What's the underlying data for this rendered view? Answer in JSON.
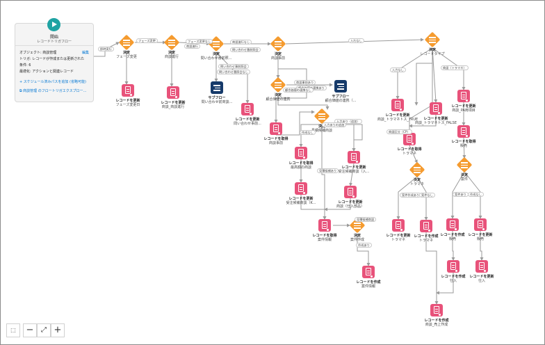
{
  "start": {
    "title": "開始",
    "subtitle": "レコードトリガフロー",
    "object_label": "オブジェクト: 商談管理",
    "edit": "編集",
    "trigger_label": "トリガ: レコードが作成または更新された",
    "condition_label": "条件: 6",
    "optimize_label": "最適化: アクションと関連レコード",
    "add_path": "スケジュール済みパスを追加 (省略可能)",
    "explorer_link": "商談管理 のフロートリガエクスプロー..."
  },
  "nodes": [
    {
      "id": "n1",
      "kind": "decision",
      "type": "決定",
      "label": "フェーズ変更"
    },
    {
      "id": "n2",
      "kind": "decision",
      "type": "決定",
      "label": "商談進行"
    },
    {
      "id": "n3",
      "kind": "decision",
      "type": "決定",
      "label": "問い合わせ番前照..."
    },
    {
      "id": "n4",
      "kind": "decision",
      "type": "決定",
      "label": "商談事前"
    },
    {
      "id": "n5",
      "kind": "decision",
      "type": "決定",
      "label": "レコードタイプ"
    },
    {
      "id": "n6",
      "kind": "update",
      "type": "レコードを更新",
      "label": "フェーズ変更日"
    },
    {
      "id": "n7",
      "kind": "update",
      "type": "レコードを更新",
      "label": "商談_商談進行"
    },
    {
      "id": "n8",
      "kind": "subflow",
      "type": "サブフロー",
      "label": "問い合わせ前商談..."
    },
    {
      "id": "n9",
      "kind": "update",
      "type": "レコードを更新",
      "label": "問い合わせ事前..."
    },
    {
      "id": "n10",
      "kind": "decision",
      "type": "決定",
      "label": "顧合価値の連携"
    },
    {
      "id": "n11",
      "kind": "subflow",
      "type": "サブフロー",
      "label": "顧合価値の連携（..."
    },
    {
      "id": "n12",
      "kind": "get",
      "type": "レコードを取得",
      "label": "商談事前"
    },
    {
      "id": "n13",
      "kind": "decision",
      "type": "決定",
      "label": "見積候補商談"
    },
    {
      "id": "n14",
      "kind": "get",
      "type": "レコードを取得",
      "label": "最高額の商談"
    },
    {
      "id": "n15",
      "kind": "update",
      "type": "レコードを更新",
      "label": "受注候補商談（K..."
    },
    {
      "id": "n16",
      "kind": "update",
      "type": "レコードを更新",
      "label": "受注候補商談（入..."
    },
    {
      "id": "n17",
      "kind": "update",
      "type": "レコードを更新",
      "label": "商談（仕入部品）"
    },
    {
      "id": "n18",
      "kind": "get",
      "type": "レコードを取得",
      "label": "案件情報"
    },
    {
      "id": "n19",
      "kind": "decision",
      "type": "決定",
      "label": "案件作成"
    },
    {
      "id": "n20",
      "kind": "create",
      "type": "レコードを作成",
      "label": "案件情報"
    },
    {
      "id": "n21",
      "kind": "update",
      "type": "レコードを更新",
      "label": "商談_トラマネトス_TRUE"
    },
    {
      "id": "n22",
      "kind": "update",
      "type": "レコードを更新",
      "label": "商談_トラマネトス_FALSE"
    },
    {
      "id": "n23",
      "kind": "get",
      "type": "レコードを取得",
      "label": "トラマネ"
    },
    {
      "id": "n24",
      "kind": "decision",
      "type": "決定",
      "label": "トラマネ"
    },
    {
      "id": "n25",
      "kind": "update",
      "type": "レコードを更新",
      "label": "トラマネ"
    },
    {
      "id": "n26",
      "kind": "create",
      "type": "レコードを作成",
      "label": "トラマネ"
    },
    {
      "id": "n27",
      "kind": "update",
      "type": "レコードを更新",
      "label": "商談_PA用項目"
    },
    {
      "id": "n28",
      "kind": "get",
      "type": "レコードを取得",
      "label": "販売"
    },
    {
      "id": "n29",
      "kind": "decision",
      "type": "決定",
      "label": "案件"
    },
    {
      "id": "n30",
      "kind": "create",
      "type": "レコードを作成",
      "label": "販売"
    },
    {
      "id": "n31",
      "kind": "update",
      "type": "レコードを更新",
      "label": "販売"
    },
    {
      "id": "n32",
      "kind": "create",
      "type": "レコードを作成",
      "label": "仕入"
    },
    {
      "id": "n33",
      "kind": "update",
      "type": "レコードを更新",
      "label": "仕入"
    },
    {
      "id": "n34",
      "kind": "create",
      "type": "レコードを作成",
      "label": "商談_売上作成"
    }
  ],
  "edge_labels": [
    "即時実行",
    "フェーズ変更",
    "フェーズ変更なし",
    "商談進行",
    "商談進行なし",
    "問い合わせ番前照会",
    "問い合わせ番照会なし",
    "問い合わせ事前照会",
    "入れなし",
    "商談事前あり",
    "顧合価値の連携あり",
    "顧合価値の連携なし",
    "入力なし",
    "商談（トラマネ）",
    "商談区分（CP）",
    "作成なし",
    "見積候補あり",
    "入力あり（追加）",
    "入力ありの追加",
    "見積候補商談",
    "作成あり",
    "案件作成あり",
    "案件なし",
    "案件あり",
    "作成なし"
  ],
  "colors": {
    "decision": "#f59b2f",
    "action": "#e8527a",
    "subflow": "#163a6a",
    "start": "#1fa3a3",
    "link": "#0176d3",
    "edge": "#9a9a9a"
  }
}
